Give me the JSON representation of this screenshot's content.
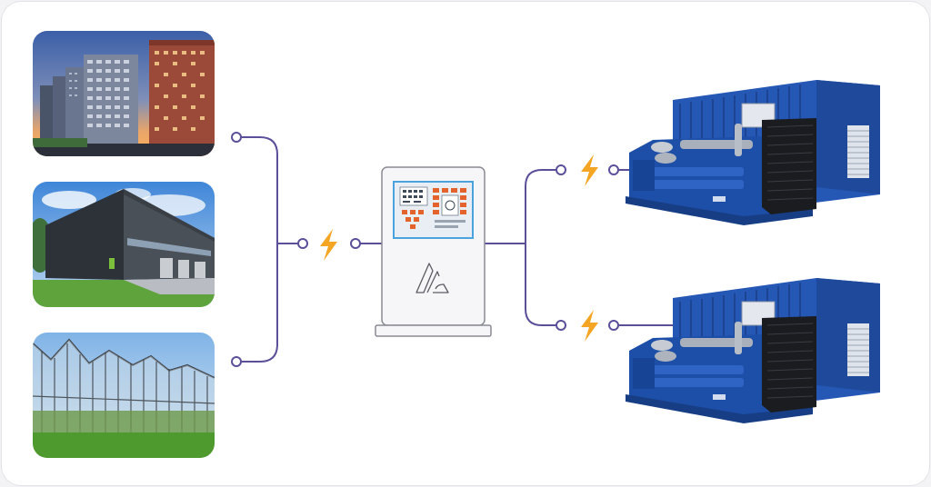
{
  "colors": {
    "background": "#ffffff",
    "connector": "#5b4f9a",
    "bolt": "#f5a524",
    "cabinet_fill": "#f6f6f8",
    "cabinet_stroke": "#8a8a93",
    "panel_border": "#4aa3df",
    "panel_button": "#e4622b",
    "generator_blue": "#1d4fa8",
    "container_blue": "#2557b5"
  },
  "consumers": [
    {
      "icon": "residential-buildings-image"
    },
    {
      "icon": "industrial-warehouse-image"
    },
    {
      "icon": "greenhouse-image"
    }
  ],
  "control_cabinet": {
    "icon": "control-panel-cabinet",
    "logo": "brand-logo-icon"
  },
  "generators": [
    {
      "icon": "containerized-diesel-generator"
    },
    {
      "icon": "containerized-diesel-generator"
    }
  ],
  "power_indicators": [
    "lightning-bolt-icon",
    "lightning-bolt-icon",
    "lightning-bolt-icon"
  ]
}
